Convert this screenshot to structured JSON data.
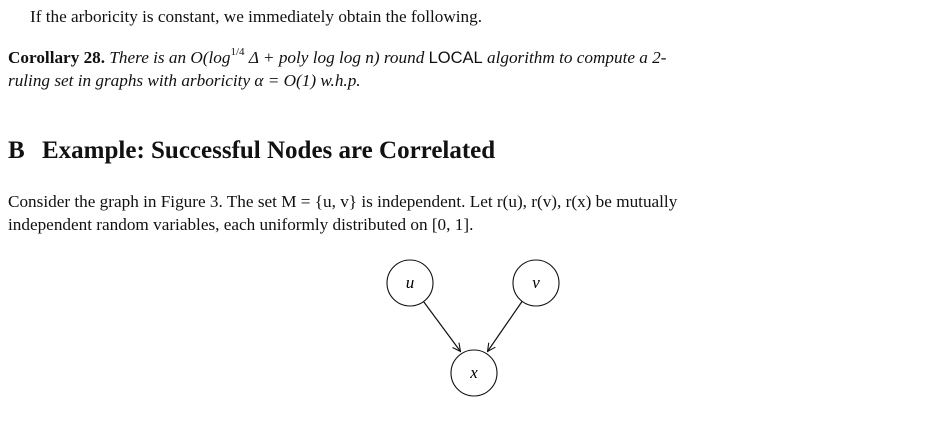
{
  "paragraph1": "If the arboricity is constant, we immediately obtain the following.",
  "corollary": {
    "label": "Corollary 28.",
    "line1": {
      "t1": "There is an",
      "m1": "O(log",
      "sup": "1/4",
      "m2": " Δ + poly log log n)",
      "t2": "round",
      "local": "LOCAL",
      "t3": "algorithm to compute a 2-"
    },
    "line2": {
      "t1": "ruling set in graphs with arboricity",
      "m1": "α = O(1)",
      "t2": "w.h.p."
    }
  },
  "section": {
    "number": "B",
    "title": "Example: Successful Nodes are Correlated"
  },
  "paragraph2": {
    "line1": "Consider the graph in Figure 3. The set M = {u, v} is independent. Let r(u), r(v), r(x) be mutually",
    "line2": "independent random variables, each uniformly distributed on [0, 1]."
  },
  "figure": {
    "nodes": [
      {
        "id": "u",
        "label": "u"
      },
      {
        "id": "v",
        "label": "v"
      },
      {
        "id": "x",
        "label": "x"
      }
    ],
    "edges": [
      {
        "from": "u",
        "to": "x"
      },
      {
        "from": "v",
        "to": "x"
      }
    ]
  }
}
